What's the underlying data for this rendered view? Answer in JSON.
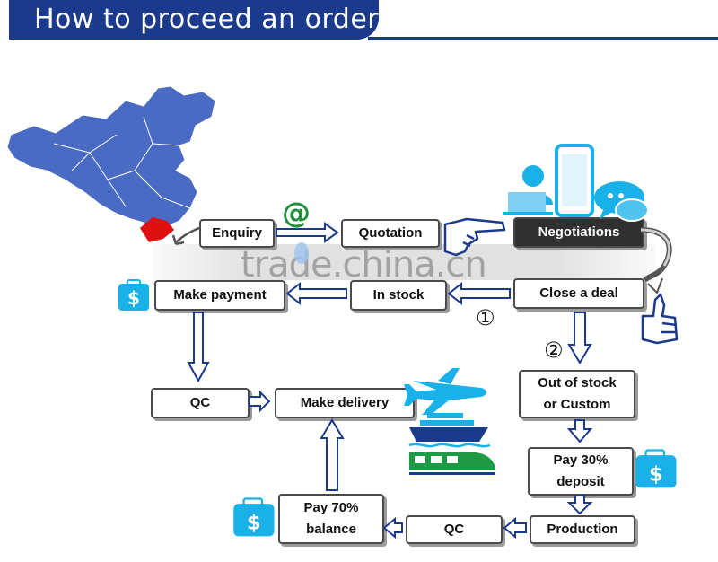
{
  "header": {
    "title": "How to proceed an order"
  },
  "watermark": "trade.china.cn",
  "steps": {
    "enquiry": "Enquiry",
    "quotation": "Quotation",
    "negotiations": "Negotiations",
    "close_deal": "Close a deal",
    "in_stock": "In stock",
    "make_payment": "Make payment",
    "qc_left": "QC",
    "make_delivery": "Make delivery",
    "out_of_stock_1": "Out of stock",
    "out_of_stock_2": "or Custom",
    "deposit_1": "Pay 30%",
    "deposit_2": "deposit",
    "production": "Production",
    "qc_bottom": "QC",
    "balance_1": "Pay 70%",
    "balance_2": "balance"
  },
  "markers": {
    "route_1": "①",
    "route_2": "②",
    "email_symbol": "@",
    "dollar": "$"
  },
  "colors": {
    "brand_blue": "#1b3a8c",
    "map_blue": "#4a6bc4",
    "accent_red": "#e01010",
    "icon_cyan": "#1ab0e8"
  },
  "icons": [
    "china-map-icon",
    "email-icon",
    "pointing-hand-icon",
    "person-at-laptop-icon",
    "smartphone-icon",
    "chat-bubble-icon",
    "thumbs-up-icon",
    "money-bag-icon",
    "airplane-icon",
    "ship-icon",
    "train-icon"
  ]
}
